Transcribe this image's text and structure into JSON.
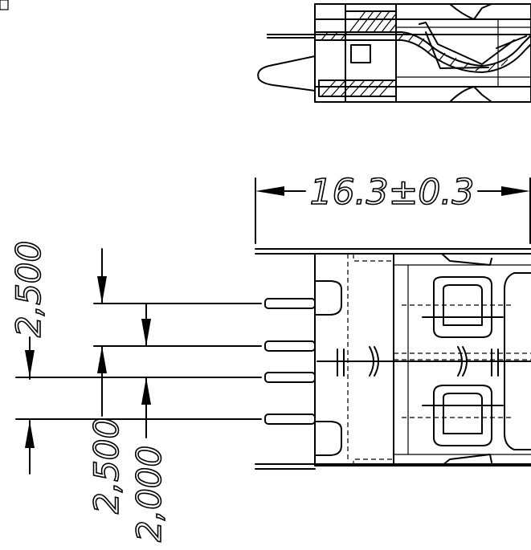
{
  "drawing": {
    "corner_mark": "",
    "dims": {
      "overall_length": "16.3±0.3",
      "pitch_top": "2,500",
      "pitch_mid": "2,500",
      "pitch_bottom": "2,000"
    },
    "colors": {
      "line": "#000000",
      "background": "#ffffff"
    }
  }
}
